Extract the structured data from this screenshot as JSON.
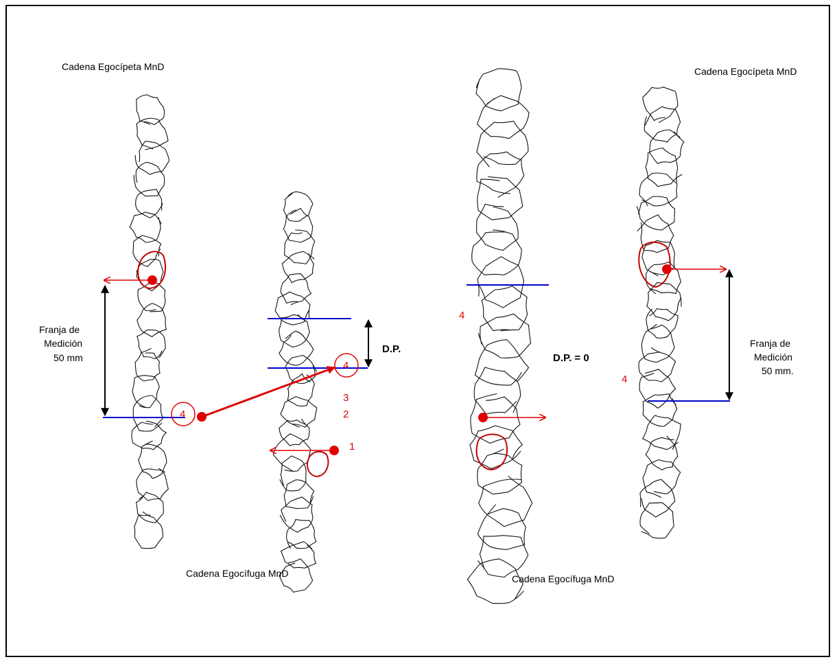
{
  "labels": {
    "chain1_title": "Cadena Egocípeta MnD",
    "chain2_title": "Cadena Egocífuga MnD",
    "chain3_title": "Cadena Egocífuga MnD",
    "chain4_title": "Cadena Egocípeta MnD",
    "band_left": [
      "Franja de",
      "Medición",
      "50 mm"
    ],
    "band_right": [
      "Franja de",
      "Medición",
      "50 mm."
    ],
    "dp": "D.P.",
    "dp_zero": "D.P. = 0"
  },
  "markers": {
    "n1": "1",
    "n2": "2",
    "n3": "3",
    "n4": "4"
  },
  "colors": {
    "annotation": "#e00000",
    "reference_line": "#0000cc",
    "stroke": "#111111"
  }
}
